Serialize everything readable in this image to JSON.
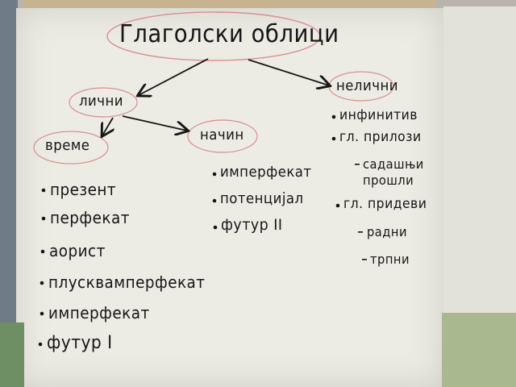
{
  "diagram": {
    "title": "Глаголски облици",
    "branches": {
      "licni": {
        "label": "лични",
        "vreme": {
          "label": "време",
          "items": [
            "презент",
            "перфекат",
            "аорист",
            "плусквамперфекат",
            "имперфекат",
            "футур I"
          ]
        },
        "nacin": {
          "label": "начин",
          "items": [
            "имперфекат",
            "потенцијал",
            "футур II"
          ]
        }
      },
      "nelicni": {
        "label": "нелични",
        "items": [
          "инфинитив",
          "гл. прилози",
          "садашњи",
          "прошли",
          "гл. придеви",
          "радни",
          "трпни"
        ]
      }
    },
    "colors": {
      "ink": "#161616",
      "bubble_outline": "#d98f8f",
      "paper": "#ecebe4"
    }
  }
}
